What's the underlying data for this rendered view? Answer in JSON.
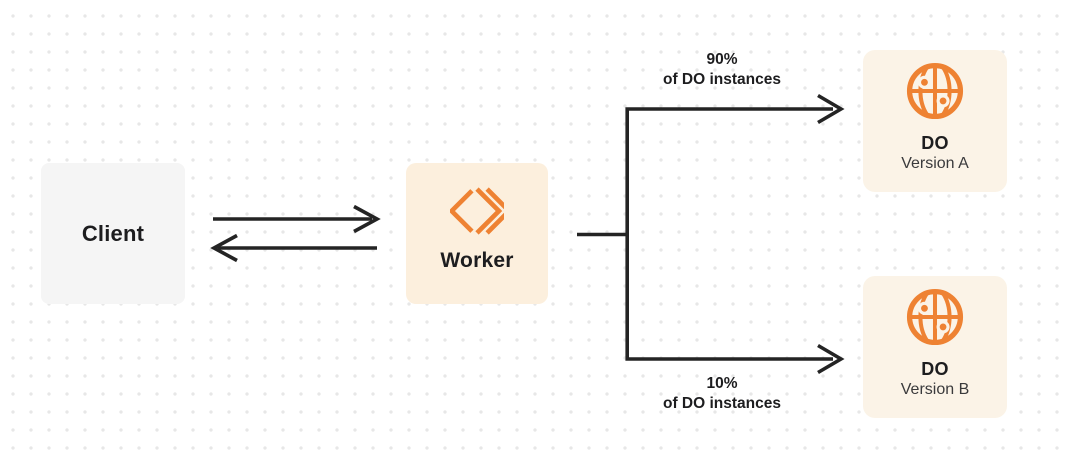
{
  "colors": {
    "bg": "#ffffff",
    "dot": "#e7e7e7",
    "line": "#242424",
    "text": "#1d1d1f",
    "subtext": "#3a3a3c",
    "accent": "#ee8233",
    "client_box": "#f5f5f5",
    "worker_box": "#fcefdd",
    "do_box": "#fbf3e7"
  },
  "nodes": {
    "client": {
      "label": "Client"
    },
    "worker": {
      "label": "Worker",
      "icon": "workers-logo-icon"
    },
    "do_version_a": {
      "title": "DO",
      "subtitle": "Version A",
      "icon": "globe-icon"
    },
    "do_version_b": {
      "title": "DO",
      "subtitle": "Version B",
      "icon": "globe-icon"
    }
  },
  "edges": {
    "client_worker": {
      "description": "bidirectional arrows between Client and Worker"
    },
    "top_branch": {
      "percent": "90%",
      "caption": "of DO instances"
    },
    "bottom_branch": {
      "percent": "10%",
      "caption": "of DO instances"
    }
  }
}
